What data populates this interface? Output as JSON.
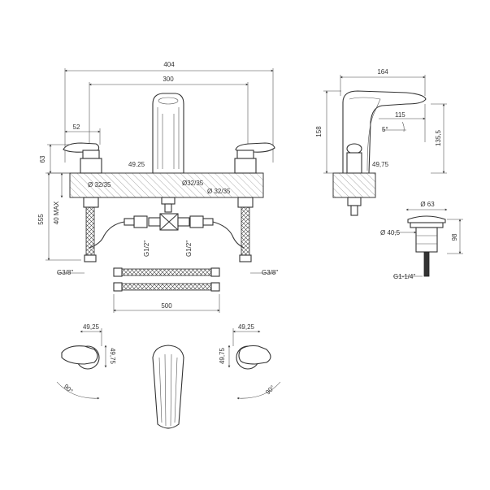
{
  "colors": {
    "line": "#3a3a3a",
    "hatch": "#888888",
    "background": "#ffffff"
  },
  "front_view": {
    "overall_width": "404",
    "spout_spacing": "300",
    "handle_offset": "52",
    "handle_height": "63",
    "total_height": "555",
    "max_thickness": "40 MAX",
    "spout_base": "49.25",
    "hole_left": "Ø 32/35",
    "hole_center": "Ø32/35",
    "hole_right": "Ø 32/35",
    "connector_left": "G1/2\"",
    "connector_right": "G1/2\"",
    "thread_left": "G3/8\"",
    "thread_right": "G3/8\""
  },
  "side_view": {
    "depth": "164",
    "reach": "115",
    "angle": "5°",
    "height": "158",
    "spout_height": "135,5",
    "handle_base": "49,75"
  },
  "waste": {
    "diameter_top": "Ø 63",
    "diameter_body": "Ø 40,5",
    "height": "98",
    "thread": "G1-1/4\""
  },
  "hose": {
    "length": "500"
  },
  "plan_view": {
    "left_width": "49,25",
    "left_depth": "49,75",
    "left_angle": "90°",
    "right_width": "49,25",
    "right_depth": "49,75",
    "right_angle": "90°"
  }
}
